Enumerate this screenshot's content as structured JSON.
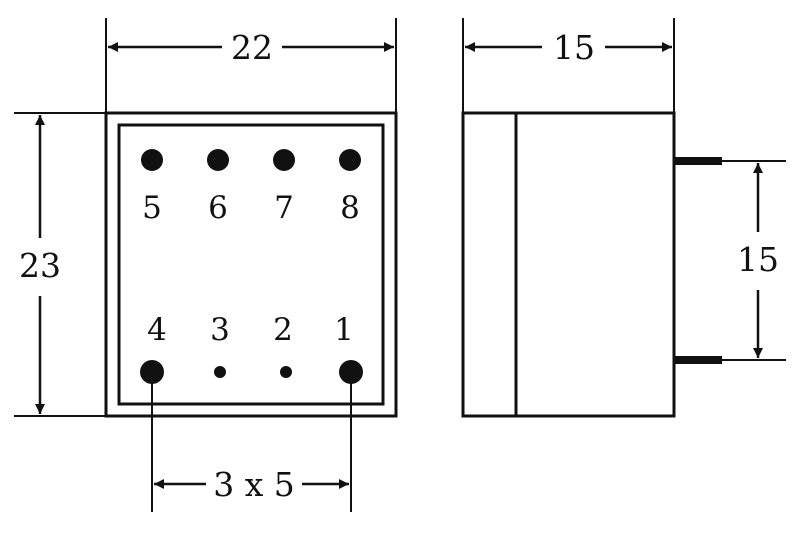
{
  "dimensions": {
    "width_label": "22",
    "depth_label": "15",
    "height_label": "23",
    "pin_row_spacing_label": "15",
    "pin_pitch_label": "3 x 5"
  },
  "pins": {
    "top_row": [
      "5",
      "6",
      "7",
      "8"
    ],
    "bottom_row": [
      "4",
      "3",
      "2",
      "1"
    ]
  }
}
